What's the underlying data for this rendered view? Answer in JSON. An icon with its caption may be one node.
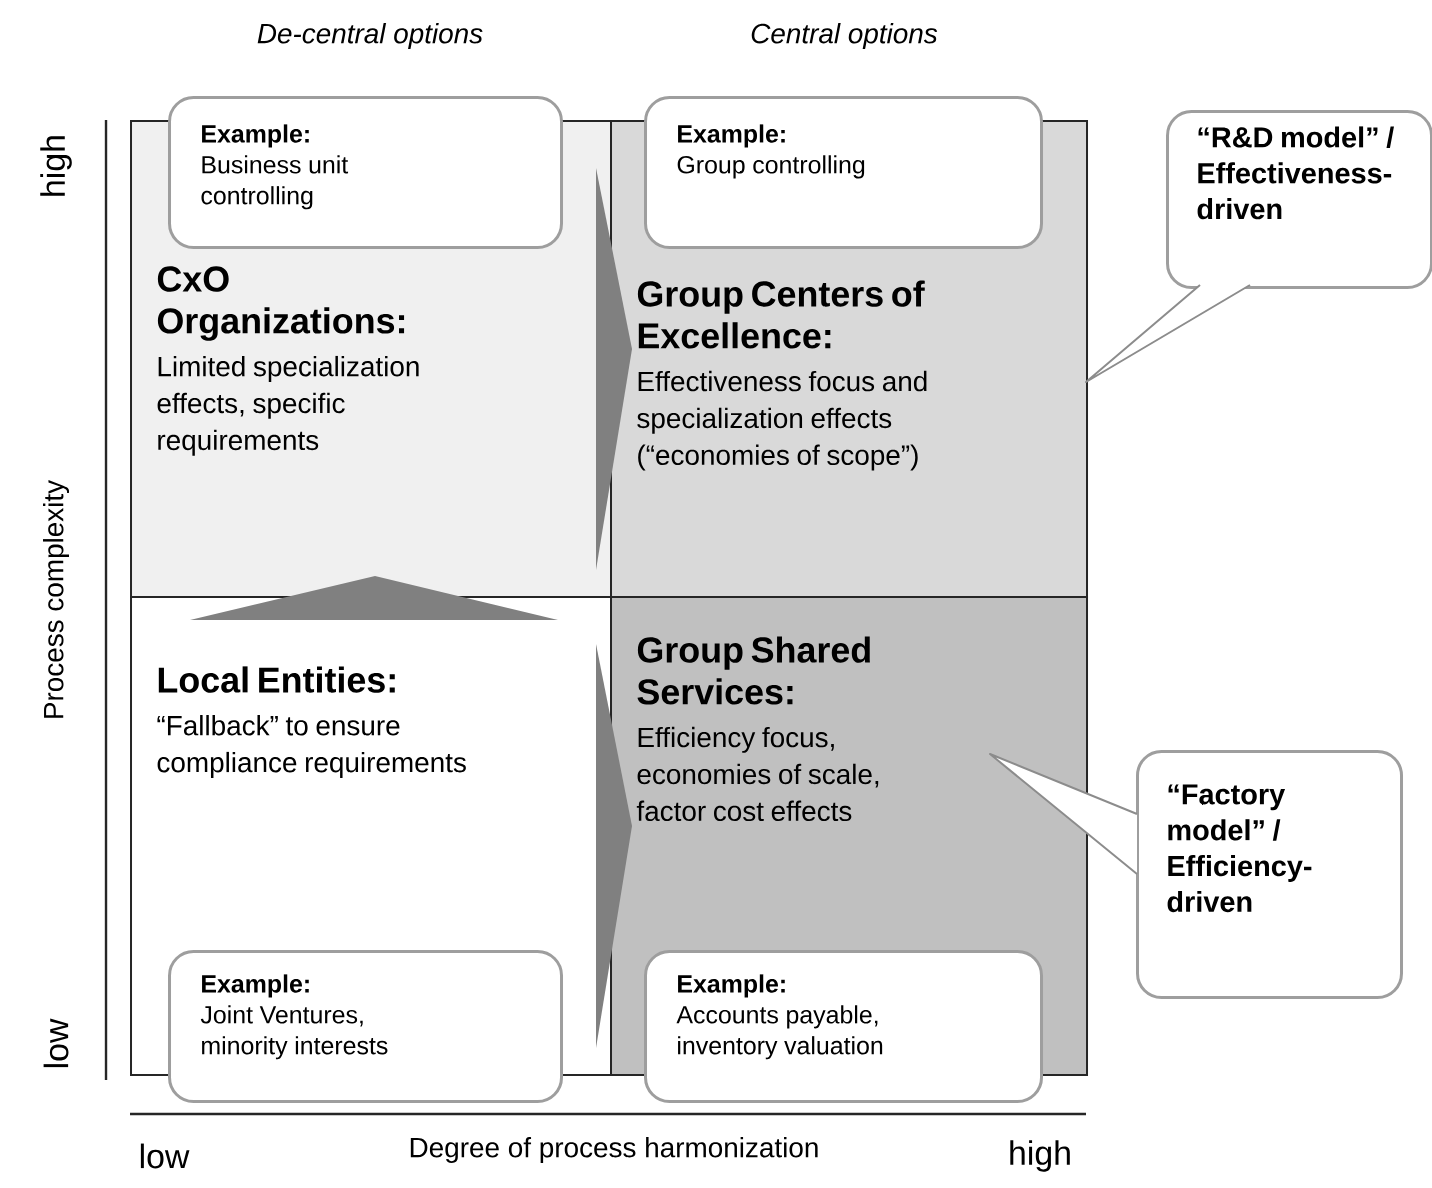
{
  "diagram": {
    "nodes": [
      {
        "text": [
          "CxO Organizations:",
          "Limited specialization effects, specific requirements"
        ]
      },
      {
        "text": [
          "Example:",
          "Business unit controlling"
        ]
      },
      {
        "text": [
          "Group Centers of Excellence:",
          "Effectiveness focus and specialization effects (“economies of scope”)"
        ]
      },
      {
        "text": [
          "Example:",
          "Group controlling"
        ]
      },
      {
        "text": [
          "“R&D model” / Effectiveness-driven"
        ]
      },
      {
        "text": [
          "Local Entities:",
          "“Fallback” to ensure compliance requirements"
        ]
      },
      {
        "text": [
          "Example:",
          "Joint Ventures, minority interests"
        ]
      },
      {
        "text": [
          "Group Shared Services:",
          "Efficiency focus, economies of scale, factor cost effects"
        ]
      },
      {
        "text": [
          "Example:",
          "Accounts payable, inventory valuation"
        ]
      },
      {
        "text": [
          "“Factory model” / Efficiency-driven"
        ]
      }
    ],
    "edges": [
      {
        "from": 0,
        "to": 2,
        "arrow": "to"
      },
      {
        "from": 5,
        "to": 7,
        "arrow": "to"
      },
      {
        "from": 5,
        "to": 0,
        "arrow": "to"
      }
    ],
    "labels": [
      "De-central options",
      "Central options",
      "high",
      "Process complexity",
      "low",
      "low",
      "Degree of process harmonization",
      "high"
    ]
  }
}
